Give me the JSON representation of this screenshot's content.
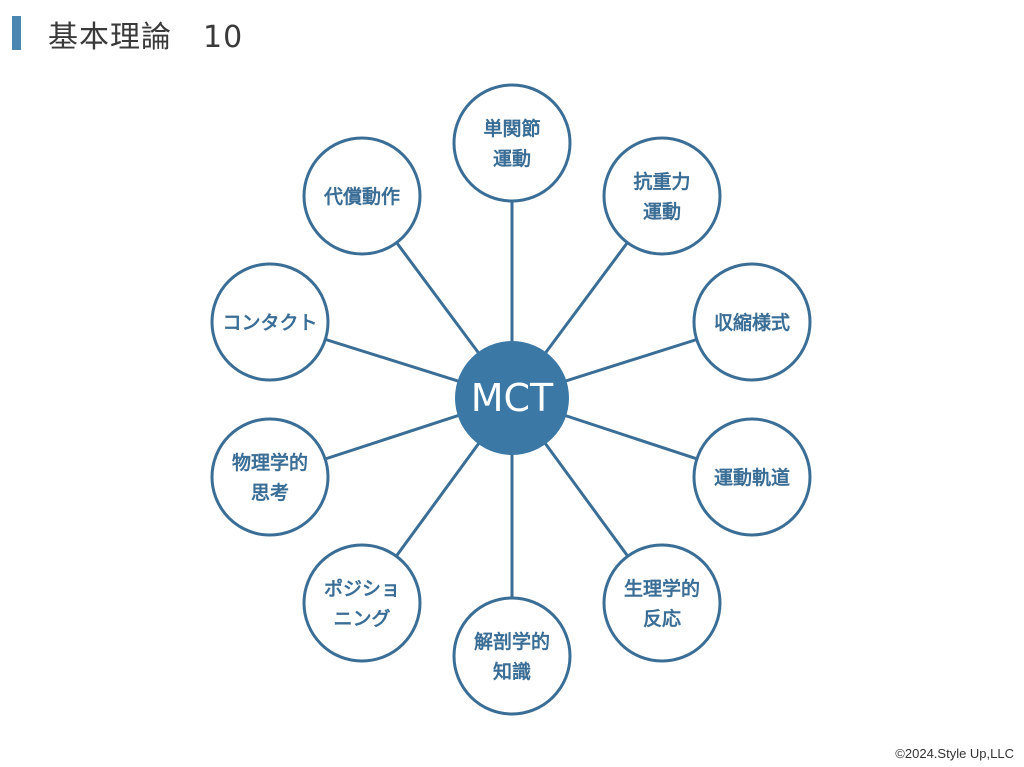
{
  "header": {
    "title": "基本理論　10"
  },
  "diagram": {
    "center": "MCT",
    "nodes": [
      {
        "id": "single-joint",
        "lines": [
          "単関節",
          "運動"
        ]
      },
      {
        "id": "antigravity",
        "lines": [
          "抗重力",
          "運動"
        ]
      },
      {
        "id": "contraction-mode",
        "lines": [
          "収縮様式"
        ]
      },
      {
        "id": "movement-trajectory",
        "lines": [
          "運動軌道"
        ]
      },
      {
        "id": "physiological-response",
        "lines": [
          "生理学的",
          "反応"
        ]
      },
      {
        "id": "anatomy-knowledge",
        "lines": [
          "解剖学的",
          "知識"
        ]
      },
      {
        "id": "positioning",
        "lines": [
          "ポジショ",
          "ニング"
        ]
      },
      {
        "id": "physics-thinking",
        "lines": [
          "物理学的",
          "思考"
        ]
      },
      {
        "id": "contact",
        "lines": [
          "コンタクト"
        ]
      },
      {
        "id": "compensation",
        "lines": [
          "代償動作"
        ]
      }
    ]
  },
  "footer": {
    "copyright": "©2024.Style Up,LLC"
  }
}
